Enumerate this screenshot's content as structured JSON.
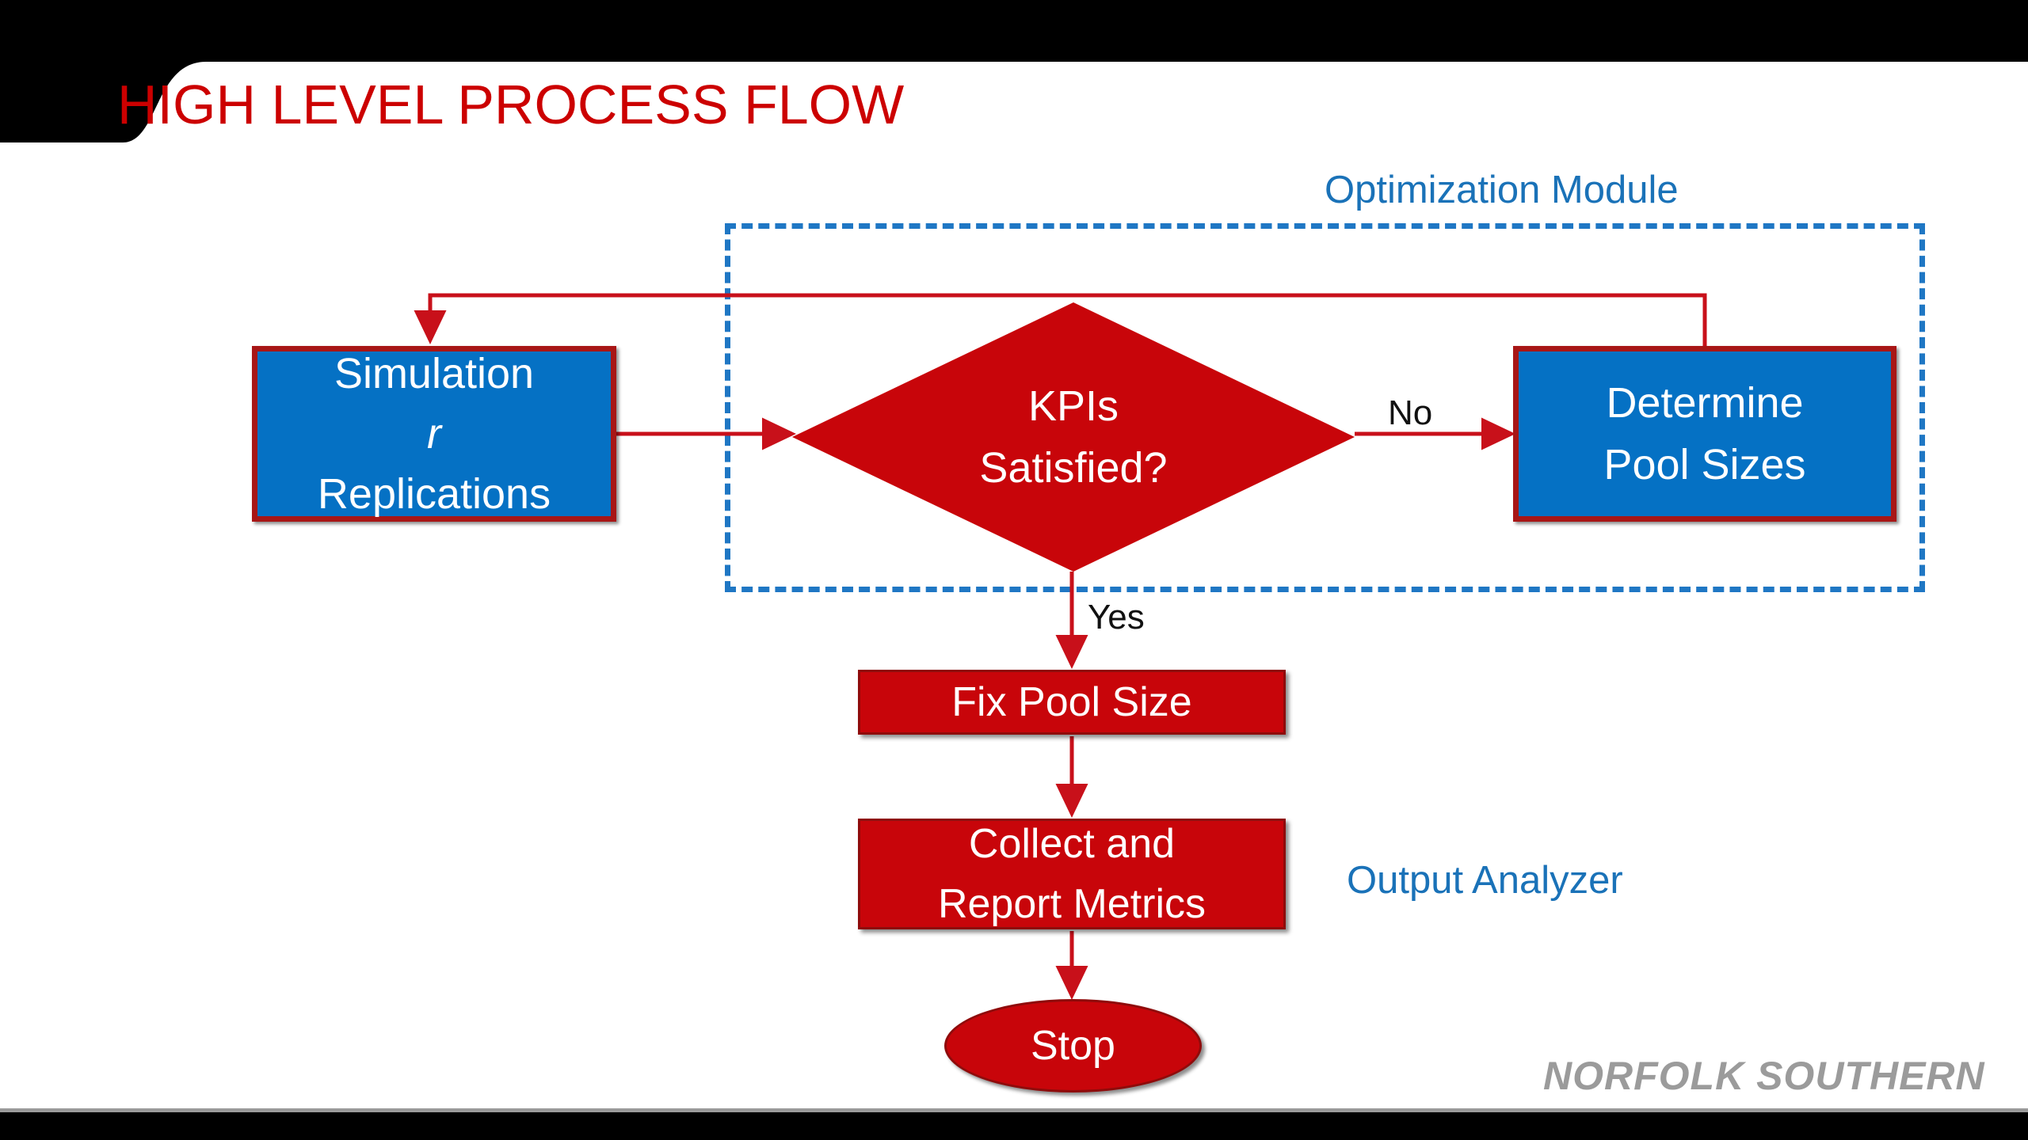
{
  "slide": {
    "title": "HIGH LEVEL PROCESS FLOW",
    "logo": "NORFOLK SOUTHERN",
    "colors": {
      "title_red": "#cc0000",
      "process_blue": "#0571c4",
      "decision_red": "#c8050a",
      "group_blue": "#1f77c4",
      "label_blue": "#1a72b8",
      "connector_red": "#c8101a",
      "logo_gray": "#9b9b9b",
      "banner_black": "#000000"
    }
  },
  "groups": [
    {
      "id": "optimization-module",
      "label": "Optimization Module",
      "style": "dashed",
      "color": "#1f77c4"
    },
    {
      "id": "output-analyzer",
      "label": "Output Analyzer",
      "style": "text",
      "color": "#1a72b8"
    }
  ],
  "nodes": {
    "simulation": {
      "line1": "Simulation",
      "line2": "r",
      "line3": "Replications",
      "shape": "rectangle",
      "fill": "#0571c4"
    },
    "decision": {
      "line1": "KPIs",
      "line2": "Satisfied?",
      "shape": "diamond",
      "fill": "#c8050a"
    },
    "determine": {
      "line1": "Determine",
      "line2": "Pool Sizes",
      "shape": "rectangle",
      "fill": "#0571c4"
    },
    "fix_pool": {
      "line1": "Fix Pool Size",
      "shape": "rectangle",
      "fill": "#c8050a"
    },
    "collect": {
      "line1": "Collect and",
      "line2": "Report Metrics",
      "shape": "rectangle",
      "fill": "#c8050a"
    },
    "stop": {
      "line1": "Stop",
      "shape": "ellipse",
      "fill": "#c8050a"
    }
  },
  "edges": [
    {
      "from": "simulation",
      "to": "decision",
      "label": ""
    },
    {
      "from": "decision",
      "to": "determine",
      "label": "No"
    },
    {
      "from": "decision",
      "to": "fix_pool",
      "label": "Yes"
    },
    {
      "from": "determine",
      "to": "simulation",
      "label": ""
    },
    {
      "from": "fix_pool",
      "to": "collect",
      "label": ""
    },
    {
      "from": "collect",
      "to": "stop",
      "label": ""
    }
  ],
  "edge_labels": {
    "no": "No",
    "yes": "Yes"
  },
  "chart_data": {
    "type": "diagram",
    "title": "HIGH LEVEL PROCESS FLOW",
    "nodes": [
      "Simulation r Replications",
      "KPIs Satisfied?",
      "Determine Pool Sizes",
      "Fix Pool Size",
      "Collect and Report Metrics",
      "Stop"
    ],
    "edges": [
      [
        "Simulation r Replications",
        "KPIs Satisfied?",
        ""
      ],
      [
        "KPIs Satisfied?",
        "Determine Pool Sizes",
        "No"
      ],
      [
        "Determine Pool Sizes",
        "Simulation r Replications",
        ""
      ],
      [
        "KPIs Satisfied?",
        "Fix Pool Size",
        "Yes"
      ],
      [
        "Fix Pool Size",
        "Collect and Report Metrics",
        ""
      ],
      [
        "Collect and Report Metrics",
        "Stop",
        ""
      ]
    ],
    "groups": [
      "Optimization Module",
      "Output Analyzer"
    ]
  }
}
